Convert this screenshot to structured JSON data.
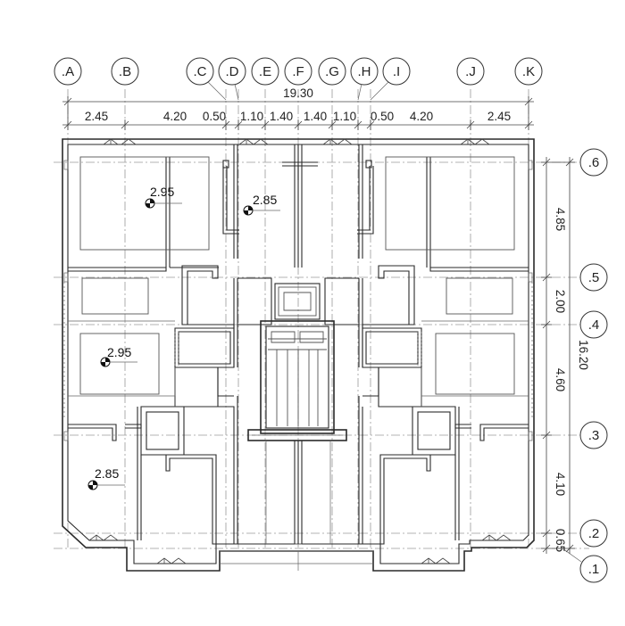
{
  "grid_x_labels": [
    ".A",
    ".B",
    ".C",
    ".D",
    ".E",
    ".F",
    ".G",
    ".H",
    ".I",
    ".J",
    ".K"
  ],
  "grid_y_labels": [
    ".6",
    ".5",
    ".4",
    ".3",
    ".2",
    ".1"
  ],
  "overall_width": "19.30",
  "overall_height": "16.20",
  "x_dimensions": [
    "2.45",
    "4.20",
    "0.50",
    "1.10",
    "1.40",
    "1.40",
    "1.10",
    "0.50",
    "4.20",
    "2.45"
  ],
  "y_dimensions": [
    "4.85",
    "2.00",
    "4.60",
    "4.10",
    "0.65"
  ],
  "level_markers": [
    "2.95",
    "2.85",
    "2.95",
    "2.85"
  ],
  "colors": {
    "line": "#2a2a2a",
    "grid": "#9a9a9a",
    "background": "#ffffff"
  }
}
